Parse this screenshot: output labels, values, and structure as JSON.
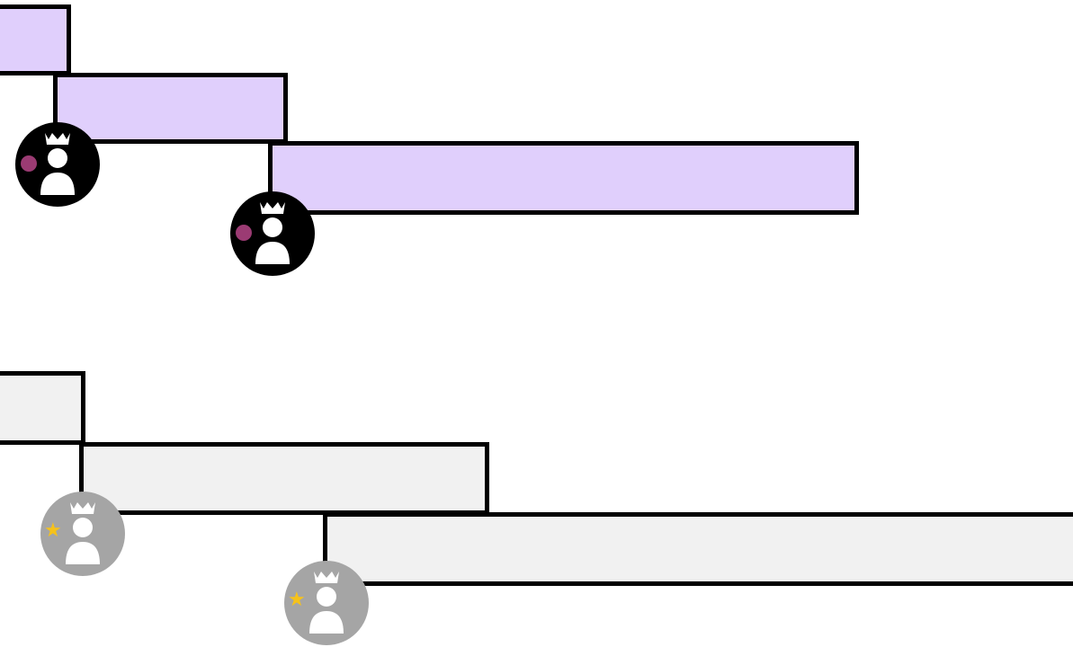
{
  "colors": {
    "primary_bar_fill": "#e0cffc",
    "secondary_bar_fill": "#f1f1f1",
    "outline": "#000000",
    "primary_avatar_bg": "#000000",
    "secondary_avatar_bg": "#a5a5a5",
    "person_glyph": "#ffffff",
    "dot_badge": "#9b3b73",
    "star_badge": "#f6c21a"
  },
  "icons": {
    "avatar": "crowned-person-icon",
    "primary_badge": "dot-badge-icon",
    "secondary_badge": "star-icon"
  },
  "groups": [
    {
      "name": "primary",
      "bar_count": 3,
      "avatar_count": 2
    },
    {
      "name": "secondary",
      "bar_count": 3,
      "avatar_count": 2
    }
  ],
  "star_glyph": "★"
}
